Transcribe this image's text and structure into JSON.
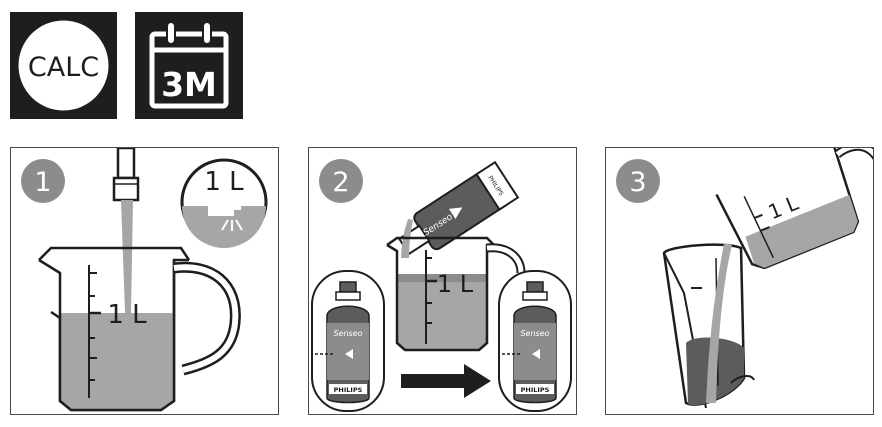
{
  "header": {
    "calc_label": "CALC",
    "interval_label": "3M"
  },
  "steps": [
    {
      "number": "1",
      "volume_badge": "1 L",
      "jug_label": "1 L"
    },
    {
      "number": "2",
      "jug_label": "1 L",
      "bottle_brand": "PHILIPS",
      "bottle_logo": "Senseo",
      "cap_brand": "PHILIPS",
      "cap_logo": "Senseo"
    },
    {
      "number": "3",
      "jug_label": "1 L"
    }
  ],
  "colors": {
    "dark": "#1e1e1e",
    "water": "#a6a6a6",
    "badge": "#8c8c8c",
    "bottle": "#5c5c5c"
  }
}
